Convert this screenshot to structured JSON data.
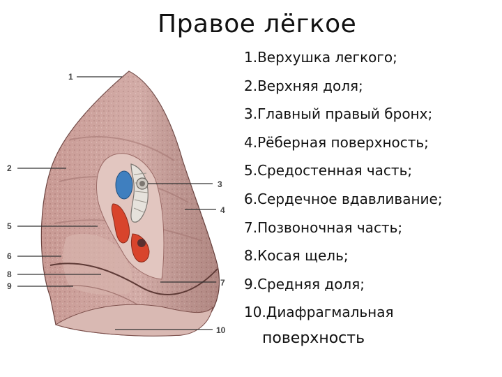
{
  "slide": {
    "title": "Правое лёгкое",
    "legend": [
      "1.Верхушка легкого;",
      "2.Верхняя доля;",
      "3.Главный правый бронх;",
      "4.Рёберная поверхность;",
      "5.Средостенная часть;",
      "6.Сердечное вдавливание;",
      "7.Позвоночная часть;",
      "8.Косая щель;",
      "9.Средняя доля;",
      "10.Диафрагмальная"
    ],
    "legend_cont": "поверхность"
  },
  "figure": {
    "labels": [
      "1",
      "2",
      "3",
      "4",
      "5",
      "6",
      "8",
      "9",
      "7",
      "10"
    ],
    "colors": {
      "lung_base": "#c99a94",
      "lung_light": "#e8cdc7",
      "lung_dark": "#8f5f5b",
      "artery": "#3f7fbf",
      "vein": "#d8442c",
      "bronchus": "#e6e2dc"
    }
  }
}
